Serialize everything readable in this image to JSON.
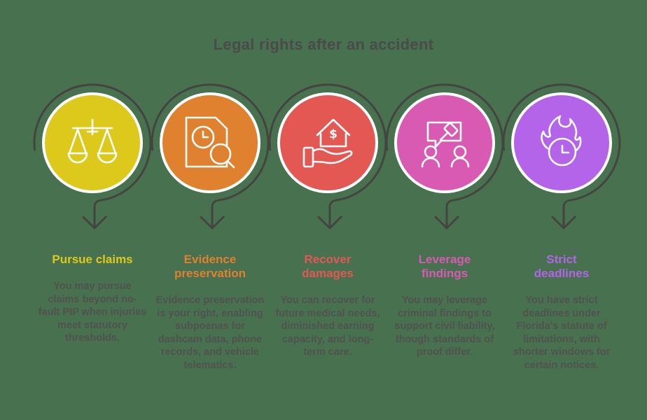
{
  "title": "Legal rights after an accident",
  "colors": {
    "background": "#47714f",
    "title_text": "#494c48",
    "body_text": "#50534e",
    "connector": "#45453f",
    "circle_ring": "#ffffff"
  },
  "dollar_symbol": "$",
  "items": [
    {
      "icon": "scales-of-justice-icon",
      "color": "#ddc91b",
      "heading": "Pursue claims",
      "body": "You may pursue claims beyond no-fault PIP when injuries meet statutory thresholds."
    },
    {
      "icon": "document-clock-magnifier-icon",
      "color": "#e0812f",
      "heading": "Evidence\npreservation",
      "body": "Evidence preservation is your right, enabling subpoenas for dashcam data, phone records, and vehicle telematics."
    },
    {
      "icon": "hand-house-dollar-icon",
      "color": "#e45854",
      "heading": "Recover\ndamages",
      "body": "You can recover for future medical needs, diminished earning capacity, and long-term care."
    },
    {
      "icon": "speech-bubble-gavel-people-icon",
      "color": "#d95ab3",
      "heading": "Leverage\nfindings",
      "body": "You may leverage criminal findings to support civil liability, though standards of proof differ."
    },
    {
      "icon": "flame-clock-icon",
      "color": "#b364e9",
      "heading": "Strict\ndeadlines",
      "body": "You have strict deadlines under Florida's statute of limitations, with shorter windows for certain notices."
    }
  ]
}
